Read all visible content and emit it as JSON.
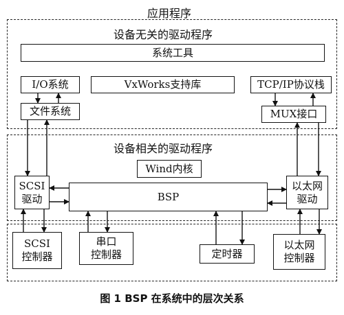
{
  "app_layer": "应用程序",
  "independent_group": {
    "title": "设备无关的驱动程序",
    "system_tools": "系统工具",
    "io_system": "I/O系统",
    "vxworks_lib": "VxWorks支持库",
    "tcpip_stack": "TCP/IP协议栈",
    "file_system": "文件系统",
    "mux_interface": "MUX接口"
  },
  "dependent_group": {
    "title": "设备相关的驱动程序",
    "wind_kernel": "Wind内核",
    "scsi_driver": [
      "SCSI",
      "驱动"
    ],
    "bsp": "BSP",
    "ethernet_driver": [
      "以太网",
      "驱动"
    ]
  },
  "hardware": {
    "scsi_controller": [
      "SCSI",
      "控制器"
    ],
    "serial_controller": [
      "串口",
      "控制器"
    ],
    "timer": "定时器",
    "ethernet_controller": [
      "以太网",
      "控制器"
    ]
  },
  "caption": "图 1   BSP 在系统中的层次关系"
}
